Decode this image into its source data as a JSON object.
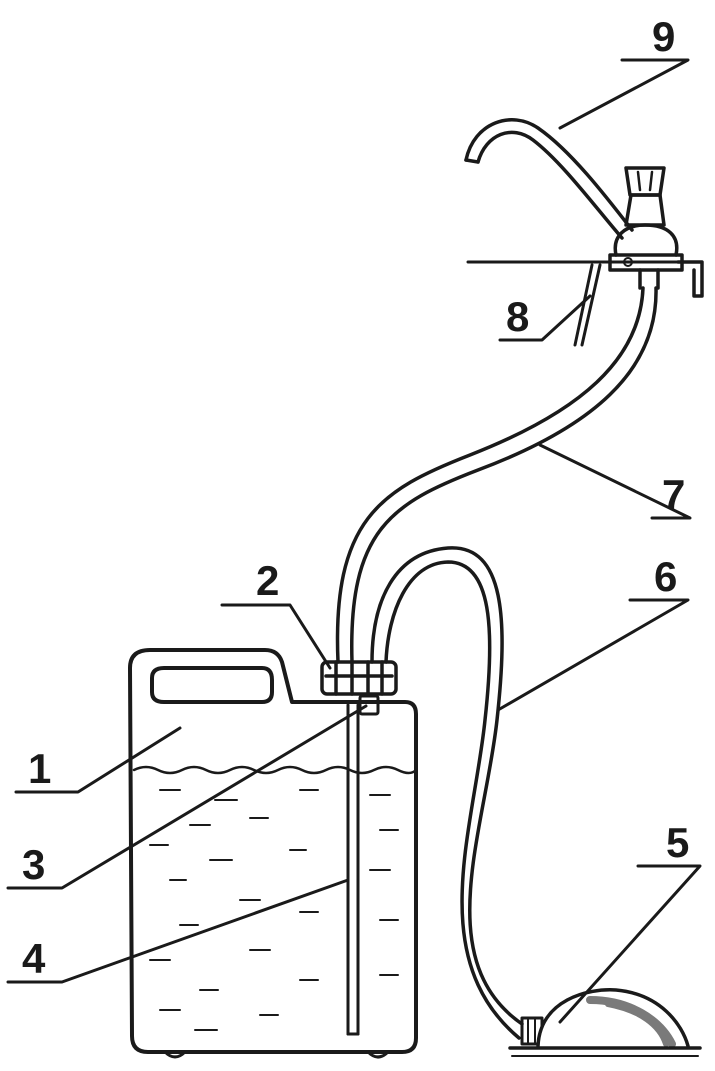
{
  "labels": {
    "canister": "1",
    "cap": "2",
    "fitting": "3",
    "intake_tube": "4",
    "bulb_pump": "5",
    "pump_hose": "6",
    "supply_hose": "7",
    "countertop": "8",
    "faucet": "9"
  },
  "colors": {
    "ink": "#1a1a1a",
    "paper": "#ffffff",
    "bulb_shade": "#7a7a7a"
  }
}
